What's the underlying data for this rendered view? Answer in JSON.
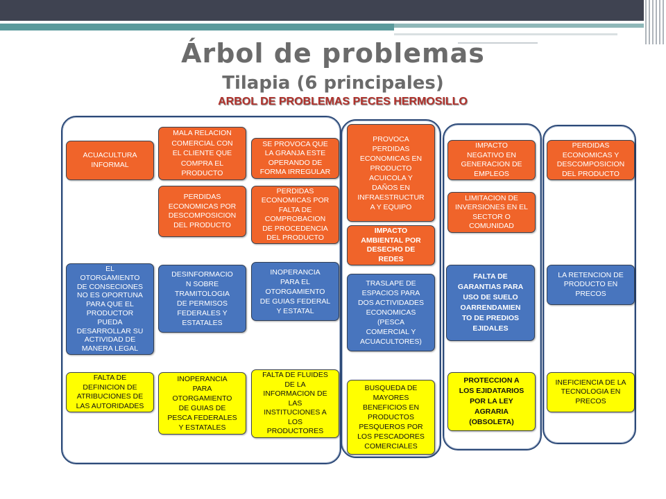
{
  "slide": {
    "title": "Árbol de problemas",
    "subtitle": "Tilapia (6 principales)"
  },
  "theme": {
    "top_bar": "#3F4351",
    "teal": "#5A9A9C",
    "title_gray": "#6B6B6B"
  },
  "diagram": {
    "title": "ARBOL DE PROBLEMAS PECES HERMOSILLO",
    "colors": {
      "orange": "#F0642A",
      "blue": "#4875BE",
      "yellow": "#FFFF00",
      "outline": "#2D4A78",
      "title_red": "#B0312B"
    },
    "columns": [
      {
        "boxes": [
          {
            "text": "ACUACULTURA\nINFORMAL",
            "fill": "orange"
          },
          {
            "text": "MALA RELACION\nCOMERCIAL CON\nEL CLIENTE QUE\nCOMPRA EL\nPRODUCTO",
            "fill": "orange"
          },
          {
            "text": "SE PROVOCA QUE\nLA GRANJA ESTE\nOPERANDO DE\nFORMA IRREGULAR",
            "fill": "orange"
          },
          {
            "text": "PERDIDAS\nECONOMICAS POR\nDESCOMPOSICION\nDEL PRODUCTO",
            "fill": "orange"
          },
          {
            "text": "PERDIDAS\nECONOMICAS POR\nFALTA DE\nCOMPROBACION\nDE PROCEDENCIA\nDEL PRODUCTO",
            "fill": "orange"
          },
          {
            "text": "EL\nOTORGAMIENTO\nDE CONSECIONES\nNO ES OPORTUNA\nPARA QUE EL\nPRODUCTOR\nPUEDA\nDESARROLLAR SU\nACTIVIDAD DE\nMANERA LEGAL",
            "fill": "blue"
          },
          {
            "text": "DESINFORMACIO\nN SOBRE\nTRAMITOLOGIA\nDE PERMISOS\nFEDERALES Y\nESTATALES",
            "fill": "blue"
          },
          {
            "text": "INOPERANCIA\nPARA EL\nOTORGAMIENTO\nDE GUIAS FEDERAL\nY ESTATAL",
            "fill": "blue"
          },
          {
            "text": "FALTA DE\nDEFINICION DE\nATRIBUCIONES DE\nLAS AUTORIDADES",
            "fill": "yellow"
          },
          {
            "text": "INOPERANCIA\nPARA\nOTORGAMIENTO\nDE GUIAS DE\nPESCA FEDERALES\nY ESTATALES",
            "fill": "yellow"
          },
          {
            "text": "FALTA DE FLUIDES\nDE LA\nINFORMACION DE\nLAS\nINSTITUCIONES A\nLOS\nPRODUCTORES",
            "fill": "yellow"
          }
        ]
      },
      {
        "boxes": [
          {
            "text": "PROVOCA\nPERDIDAS\nECONOMICAS EN\nPRODUCTO\nACUICOLA Y\nDAÑOS EN\nINFRAESTRUCTUR\nA Y EQUIPO",
            "fill": "orange"
          },
          {
            "text": "IMPACTO\nAMBIENTAL POR\nDESECHO DE\nREDES",
            "fill": "orange"
          },
          {
            "text": "TRASLAPE DE\nESPACIOS PARA\nDOS ACTIVIDADES\nECONOMICAS\n(PESCA\nCOMERCIAL Y\nACUACULTORES)",
            "fill": "blue"
          },
          {
            "text": "BUSQUEDA DE\nMAYORES\nBENEFICIOS EN\nPRODUCTOS\nPESQUEROS POR\nLOS PESCADORES\nCOMERCIALES",
            "fill": "yellow"
          }
        ]
      },
      {
        "boxes": [
          {
            "text": "IMPACTO\nNEGATIVO EN\nGENERACION DE\nEMPLEOS",
            "fill": "orange"
          },
          {
            "text": "LIMITACION DE\nINVERSIONES EN EL\nSECTOR O\nCOMUNIDAD",
            "fill": "orange"
          },
          {
            "text": "FALTA DE\nGARANTIAS PARA\nUSO DE SUELO\nOARRENDAMIEN\nTO DE PREDIOS\nEJIDALES",
            "fill": "blue"
          },
          {
            "text": "PROTECCION A\nLOS EJIDATARIOS\nPOR LA LEY\nAGRARIA\n(OBSOLETA)",
            "fill": "yellow"
          }
        ]
      },
      {
        "boxes": [
          {
            "text": "PERDIDAS\nECONOMICAS Y\nDESCOMPOSICION\nDEL PRODUCTO",
            "fill": "orange"
          },
          {
            "text": "LA RETENCION DE\nPRODUCTO EN\nPRECOS",
            "fill": "blue"
          },
          {
            "text": "INEFICIENCIA DE LA\nTECNOLOGIA EN\nPRECOS",
            "fill": "yellow"
          }
        ]
      }
    ]
  }
}
